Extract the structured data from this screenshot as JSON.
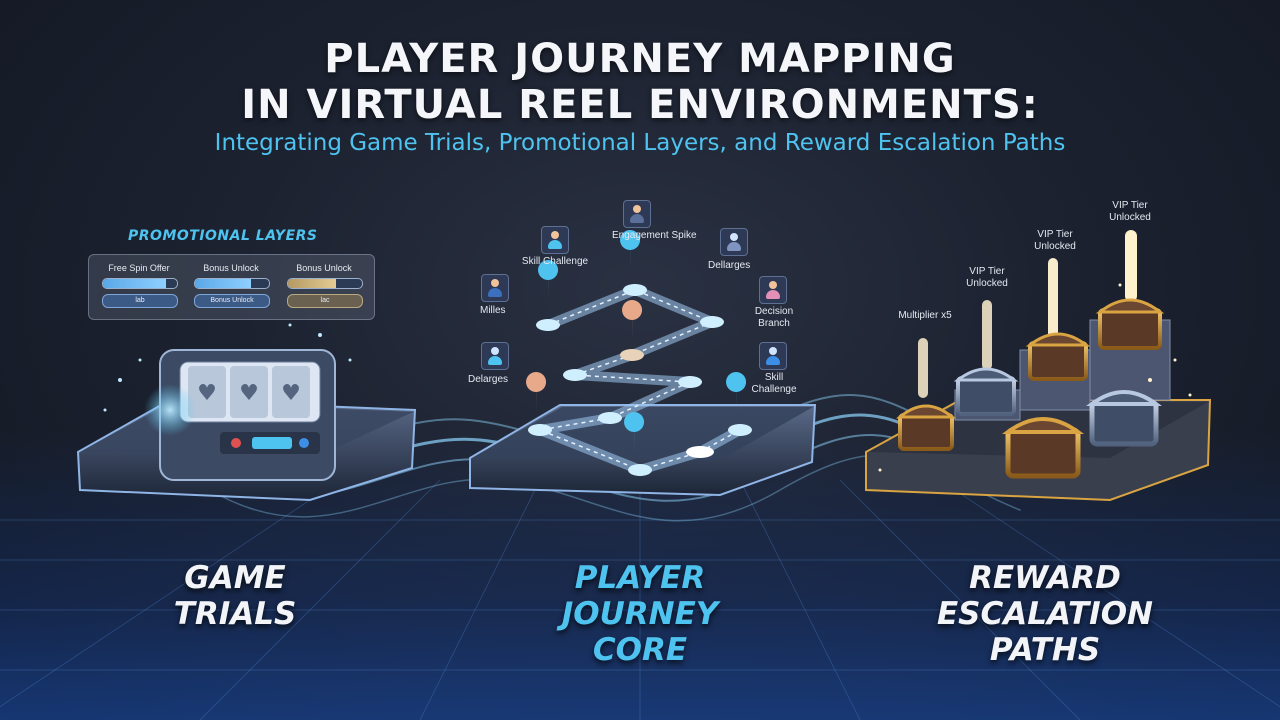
{
  "header": {
    "title_line1": "PLAYER JOURNEY MAPPING",
    "title_line2": "IN VIRTUAL REEL ENVIRONMENTS:",
    "subtitle": "Integrating Game Trials, Promotional Layers, and Reward Escalation Paths"
  },
  "promotional_layers": {
    "heading": "PROMOTIONAL LAYERS",
    "offers": [
      {
        "label": "Free Spin Offer",
        "pill": "lab"
      },
      {
        "label": "Bonus Unlock",
        "pill": "Bonus Unlock"
      },
      {
        "label": "Bonus Unlock",
        "pill": "lac"
      }
    ]
  },
  "journey_nodes": {
    "engagement_spike": "Engagement Spike",
    "skill_challenge_top": "Skill Challenge",
    "dellarges": "Dellarges",
    "milles": "Milles",
    "decision_branch": "Decision Branch",
    "delarges": "Delarges",
    "skill_challenge_right": "Skill Challenge"
  },
  "rewards": {
    "multiplier": "Multiplier x5",
    "vip_1": "VIP Tier Unlocked",
    "vip_2": "VIP Tier Unlocked",
    "vip_3": "VIP Tier Unlocked"
  },
  "columns": {
    "game_trials": [
      "GAME",
      "TRIALS"
    ],
    "journey_core": [
      "PLAYER",
      "JOURNEY",
      "CORE"
    ],
    "reward_paths": [
      "REWARD",
      "ESCALATION",
      "PATHS"
    ]
  },
  "colors": {
    "accent_cyan": "#4fc3f0",
    "gold": "#d9a441",
    "background": "#1c2230"
  }
}
